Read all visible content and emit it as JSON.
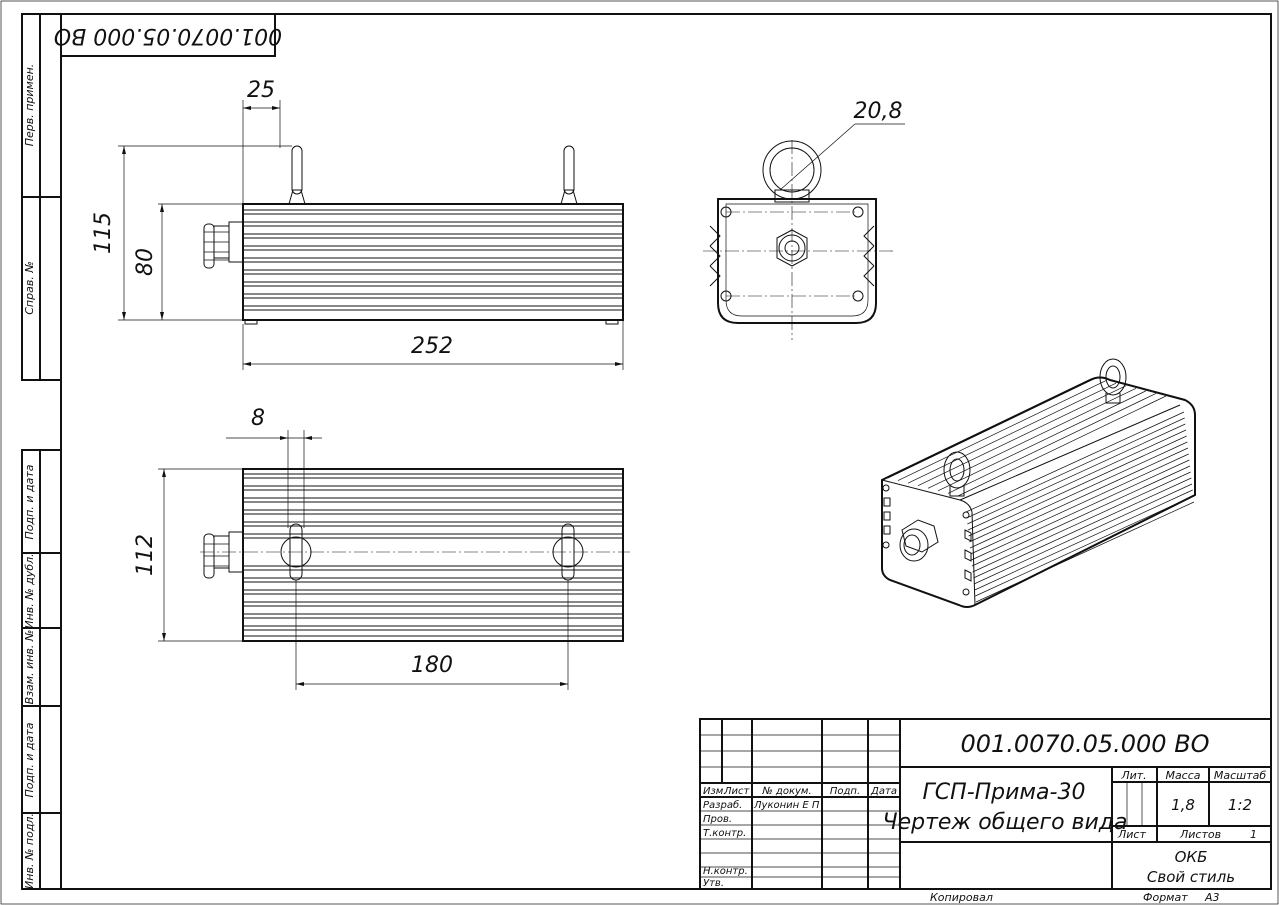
{
  "drawing": {
    "rotated_code": "001.0070.05.000 ВО",
    "dims": {
      "d25": "25",
      "d115": "115",
      "d80": "80",
      "d252": "252",
      "d8": "8",
      "d112": "112",
      "d180": "180",
      "d208": "20,8"
    }
  },
  "side_stamp": {
    "perv_primen": "Перв. примен.",
    "sprav": "Справ. №",
    "podp_data_1": "Подп. и дата",
    "inv_dubl": "Инв. № дубл.",
    "vzam_inv": "Взам. инв. №",
    "podp_data_2": "Подп. и дата",
    "inv_podl": "Инв. № подл."
  },
  "title_block": {
    "doc_code": "001.0070.05.000 ВО",
    "product_name": "ГСП-Прима-30",
    "doc_name": "Чертеж общего вида",
    "headers": {
      "izm": "Изм.",
      "list": "Лист",
      "dokum": "№ докум.",
      "podp": "Подп.",
      "data": "Дата",
      "lit": "Лит.",
      "massa": "Масса",
      "masshtab": "Масштаб"
    },
    "roles": {
      "razrab": "Разраб.",
      "prov": "Пров.",
      "tkontr": "Т.контр.",
      "nkontr": "Н.контр.",
      "utv": "Утв."
    },
    "developer": "Луконин Е П",
    "mass": "1,8",
    "scale": "1:2",
    "sheet_label": "Лист",
    "sheets_label": "Листов",
    "sheets_count": "1",
    "org_line1": "ОКБ",
    "org_line2": "Свой стиль"
  },
  "footer": {
    "copied": "Копировал",
    "format_label": "Формат",
    "format_value": "А3"
  }
}
